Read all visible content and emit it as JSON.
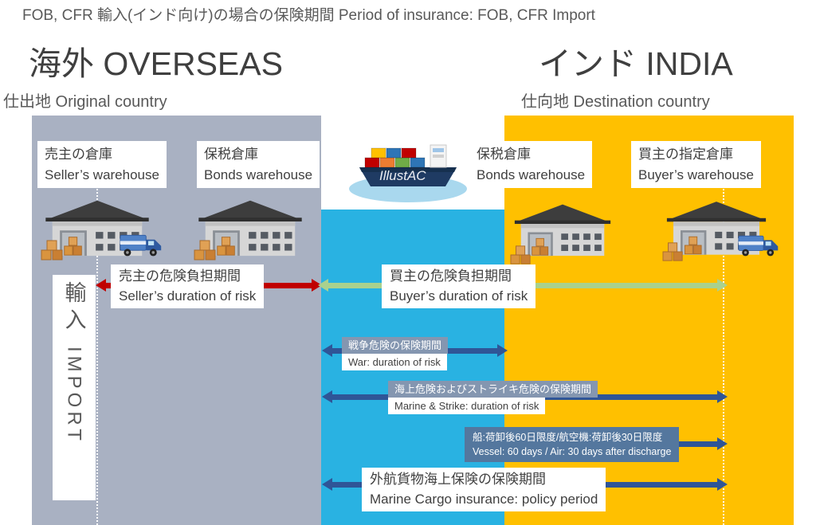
{
  "title": "FOB, CFR 輸入(インド向け)の場合の保険期間 Period of insurance: FOB, CFR Import",
  "overseas": {
    "heading": "海外 OVERSEAS",
    "subheading": "仕出地 Original country"
  },
  "india": {
    "heading": "インド INDIA",
    "subheading": "仕向地 Destination country"
  },
  "locations": {
    "seller": {
      "jp": "売主の倉庫",
      "en": "Seller’s warehouse"
    },
    "bonds_left": {
      "jp": "保税倉庫",
      "en": "Bonds warehouse"
    },
    "bonds_right": {
      "jp": "保税倉庫",
      "en": "Bonds warehouse"
    },
    "buyer": {
      "jp": "買主の指定倉庫",
      "en": "Buyer’s warehouse"
    }
  },
  "import_label": {
    "jp": "輸入",
    "en": "IMPORT"
  },
  "arrows": {
    "seller_risk": {
      "jp": "売主の危険負担期間",
      "en": "Seller’s duration of risk"
    },
    "buyer_risk": {
      "jp": "買主の危険負担期間",
      "en": "Buyer’s duration of risk"
    },
    "war": {
      "jp": "戦争危険の保険期間",
      "en": "War: duration of risk"
    },
    "marine_strike": {
      "jp": "海上危険およびストライキ危険の保険期間",
      "en": "Marine & Strike: duration of risk"
    },
    "discharge_limit": {
      "jp": "船:荷卸後60日限度/航空機:荷卸後30日限度",
      "en": "Vessel: 60 days / Air: 30 days after discharge"
    },
    "cargo_policy": {
      "jp": "外航貨物海上保険の保険期間",
      "en": "Marine Cargo insurance: policy period"
    }
  },
  "ship_watermark": "IllustAC",
  "colors": {
    "overseas-bg": "#a9b1c2",
    "transit-bg": "#29b2e2",
    "india-bg": "#ffc000",
    "red-arrow": "#c00000",
    "green-arrow": "#a9d18e",
    "blue-arrow": "#2f5597",
    "slate-label-bg": "#8496b0",
    "dark-slate-label-bg": "#54779e",
    "heading-text": "#3f3f3f",
    "body-text": "#404040",
    "muted-text": "#595959"
  }
}
